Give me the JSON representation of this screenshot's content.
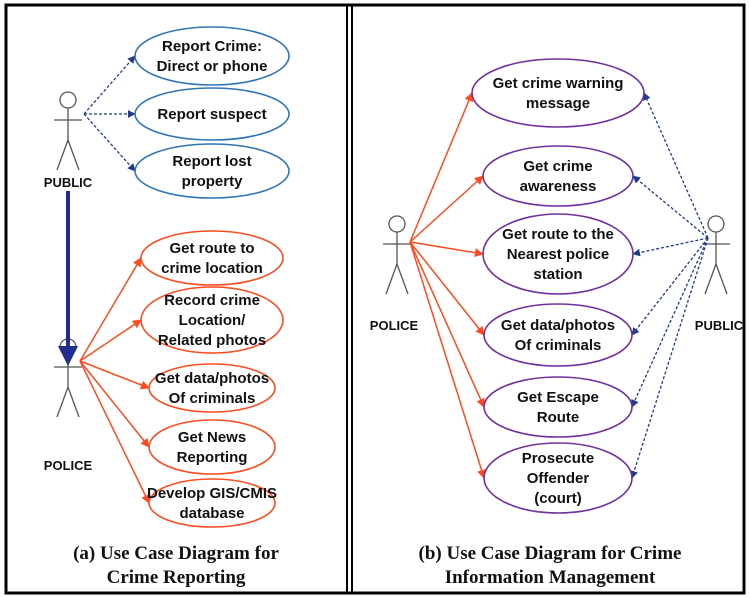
{
  "colors": {
    "public_case": "#2e75b6",
    "police_case": "#ff4b1f",
    "cim_case": "#7030a0",
    "dashed_arrow": "#1f3b8c",
    "solid_arrow": "#ff4b1f",
    "transition_arrow": "#1f2d8c",
    "frame": "#000000",
    "actor": "#555555"
  },
  "panel_a": {
    "caption": [
      "(a) Use Case Diagram for",
      "Crime  Reporting"
    ],
    "actors": {
      "public": "PUBLIC",
      "police": "POLICE"
    },
    "public_cases": [
      [
        "Report Crime:",
        "Direct or phone"
      ],
      [
        "Report suspect"
      ],
      [
        "Report lost",
        "property"
      ]
    ],
    "police_cases": [
      [
        "Get route to",
        "crime location"
      ],
      [
        "Record crime",
        "Location/",
        "Related photos"
      ],
      [
        "Get data/photos",
        "Of criminals"
      ],
      [
        "Get News",
        "Reporting"
      ],
      [
        "Develop GIS/CMIS",
        "database"
      ]
    ]
  },
  "panel_b": {
    "caption": [
      "(b) Use Case Diagram for Crime",
      "Information Management"
    ],
    "actors": {
      "police": "POLICE",
      "public": "PUBLIC"
    },
    "cases": [
      [
        "Get crime warning",
        "message"
      ],
      [
        "Get crime",
        "awareness"
      ],
      [
        "Get route to the",
        "Nearest police",
        "station"
      ],
      [
        "Get data/photos",
        "Of criminals"
      ],
      [
        "Get Escape",
        "Route"
      ],
      [
        "Prosecute",
        "Offender",
        "(court)"
      ]
    ]
  }
}
